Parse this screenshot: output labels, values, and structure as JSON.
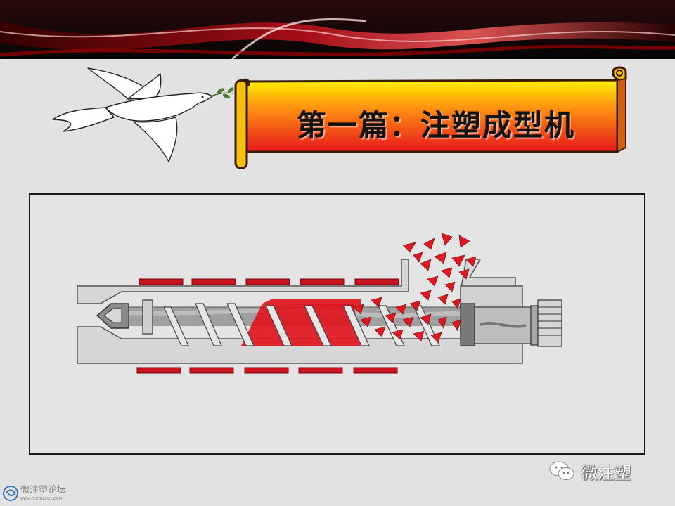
{
  "header": {
    "title": "第一篇：注塑成型机"
  },
  "diagram": {
    "subject": "injection-molding-screw-barrel",
    "colors": {
      "heater": "#c8141e",
      "melt": "#e0121c",
      "barrel": "#d4d4d4",
      "screw": "#9a9a9a",
      "banner": "#b0101a"
    }
  },
  "watermark": {
    "wechat_label": "微注塑"
  },
  "footer": {
    "forum_name": "微注塑论坛",
    "forum_url": "www.vzhusu.com"
  }
}
